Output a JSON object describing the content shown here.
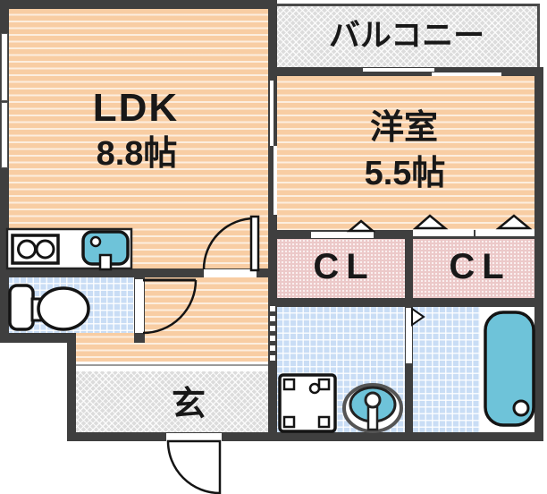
{
  "rooms": {
    "balcony": {
      "label": "バルコニー"
    },
    "ldk": {
      "label": "LDK",
      "size": "8.8帖"
    },
    "western_room": {
      "label": "洋室",
      "size": "5.5帖"
    },
    "closet_left": {
      "label": "CL"
    },
    "closet_right": {
      "label": "CL"
    },
    "entrance_hall": {
      "label": "玄"
    }
  },
  "colors": {
    "wall": "#3f3f3f",
    "floor_orange": "#f8cda3",
    "hatch_gray": "#dcdcdc",
    "closet_pink": "#ecc9c9",
    "wet_blue": "#c9ddf5",
    "fixture_teal": "#6ec3d9"
  }
}
